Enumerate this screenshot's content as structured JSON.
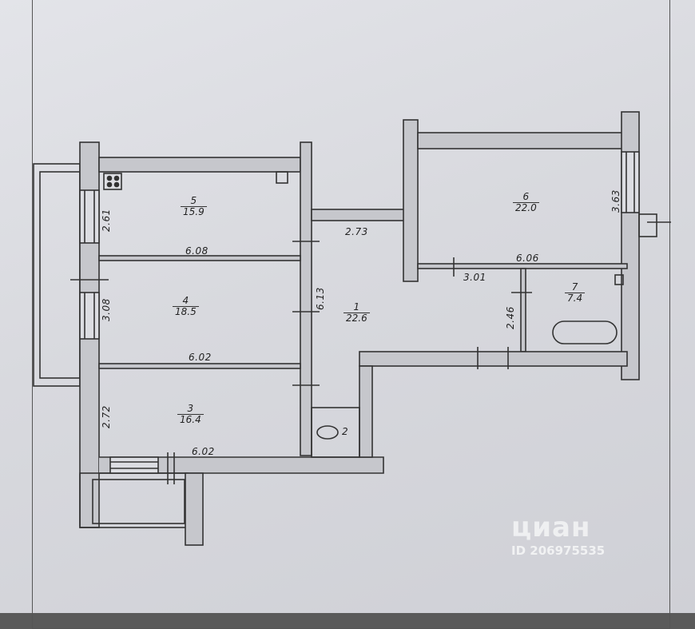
{
  "rooms": [
    {
      "num": "1",
      "area": "22.6"
    },
    {
      "num": "2",
      "area": ""
    },
    {
      "num": "3",
      "area": "16.4"
    },
    {
      "num": "4",
      "area": "18.5"
    },
    {
      "num": "5",
      "area": "15.9"
    },
    {
      "num": "6",
      "area": "22.0"
    },
    {
      "num": "7",
      "area": "7.4"
    }
  ],
  "dims": {
    "d261": "2.61",
    "d608": "6.08",
    "d308": "3.08",
    "d602a": "6.02",
    "d272": "2.72",
    "d602b": "6.02",
    "d613": "6.13",
    "d273": "2.73",
    "d606": "6.06",
    "d301": "3.01",
    "d246": "2.46",
    "d363": "3.63"
  },
  "watermark": {
    "brand": "циан",
    "id": "ID 206975535"
  }
}
